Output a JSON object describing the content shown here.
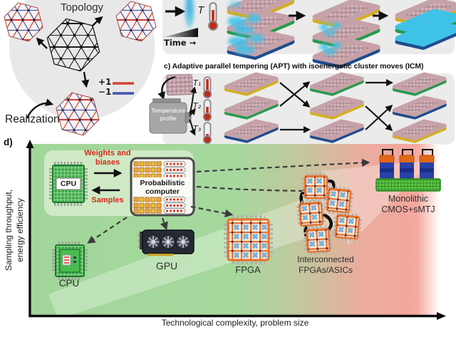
{
  "colors": {
    "spin_up": "#cf4437",
    "spin_down": "#4056a8",
    "accent_red_text": "#d22d1a",
    "plate_yellow": "#d4af20",
    "plate_green": "#289a4d",
    "plate_blue": "#1f4c8f",
    "fuzz_cyan": "#3fc2e8",
    "chart_green": "#a3d79b",
    "chart_red": "#f4a49c",
    "panel_gray": "#ebebeb"
  },
  "panel_a": {
    "title": "Topology",
    "realization": "Realization",
    "legend": {
      "plus_label": "+1",
      "minus_label": "−1"
    }
  },
  "panel_b": {
    "temp_symbol": "T",
    "time_label": "Time →"
  },
  "panel_c": {
    "title": "c) Adaptive parallel tempering (APT) with isoenergetic cluster moves (ICM)",
    "temperature_profile": "Temperature profile",
    "thermometer_labels": [
      "T₁",
      "T₂",
      "T₃"
    ]
  },
  "panel_d": {
    "label": "d)",
    "y_axis_label_line1": "Sampling throughput,",
    "y_axis_label_line2": "energy efficiency",
    "x_axis_label": "Technological complexity, problem size",
    "weights_label": "Weights and biases",
    "samples_label": "Samples",
    "cpu_chip_label": "CPU",
    "probabilistic_label": "Probabilistic computer",
    "devices": {
      "cpu": "CPU",
      "gpu": "GPU",
      "fpga": "FPGA",
      "interconnected": "Interconnected FPGAs/ASICs",
      "monolithic": "Monolithic CMOS+sMTJ"
    }
  }
}
